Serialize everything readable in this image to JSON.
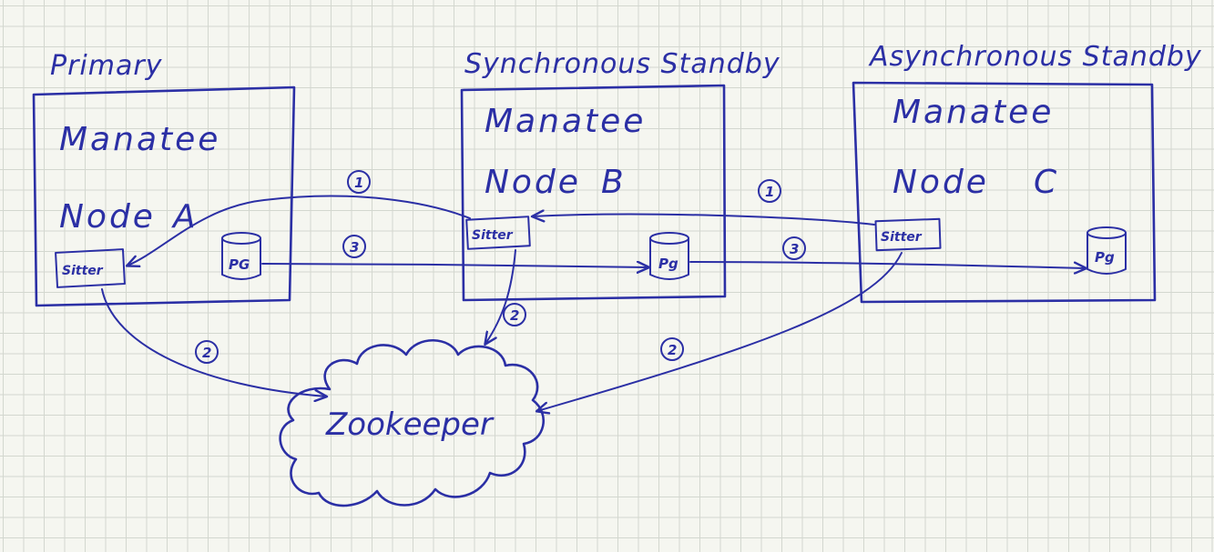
{
  "diagram": {
    "nodes": [
      {
        "role": "Primary",
        "line1": "Manatee",
        "line2": "Node",
        "letter": "A",
        "sitter": "Sitter",
        "pg": "PG"
      },
      {
        "role": "Synchronous Standby",
        "line1": "Manatee",
        "line2": "Node",
        "letter": "B",
        "sitter": "Sitter",
        "pg": "Pg"
      },
      {
        "role": "Asynchronous Standby",
        "line1": "Manatee",
        "line2": "Node",
        "letter": "C",
        "sitter": "Sitter",
        "pg": "Pg"
      }
    ],
    "zookeeper": "Zookeeper",
    "steps": {
      "one": "1",
      "two": "2",
      "three": "3"
    },
    "ink_color": "#2b2fa5"
  }
}
